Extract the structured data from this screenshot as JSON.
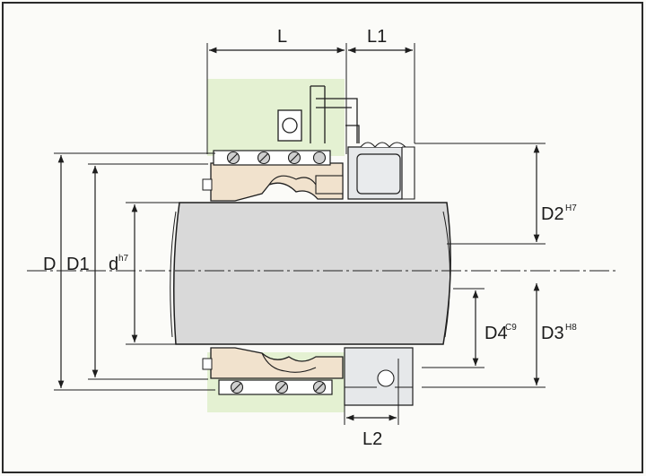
{
  "labels": {
    "L": "L",
    "L1": "L1",
    "L2": "L2",
    "D": "D",
    "D1": "D1",
    "d": "d",
    "d_sup": "h7",
    "D2": "D2",
    "D2_sup": "H7",
    "D3": "D3",
    "D3_sup": "H8",
    "D4": "D4",
    "D4_sup": "C9"
  },
  "colors": {
    "frame": "#2a2a2a",
    "line": "#1e1e1e",
    "shaft": "#d9d9d9",
    "green_zone": "#e4f1d2",
    "beige_part": "#f1e2cd",
    "seat": "#e6e8ea"
  }
}
